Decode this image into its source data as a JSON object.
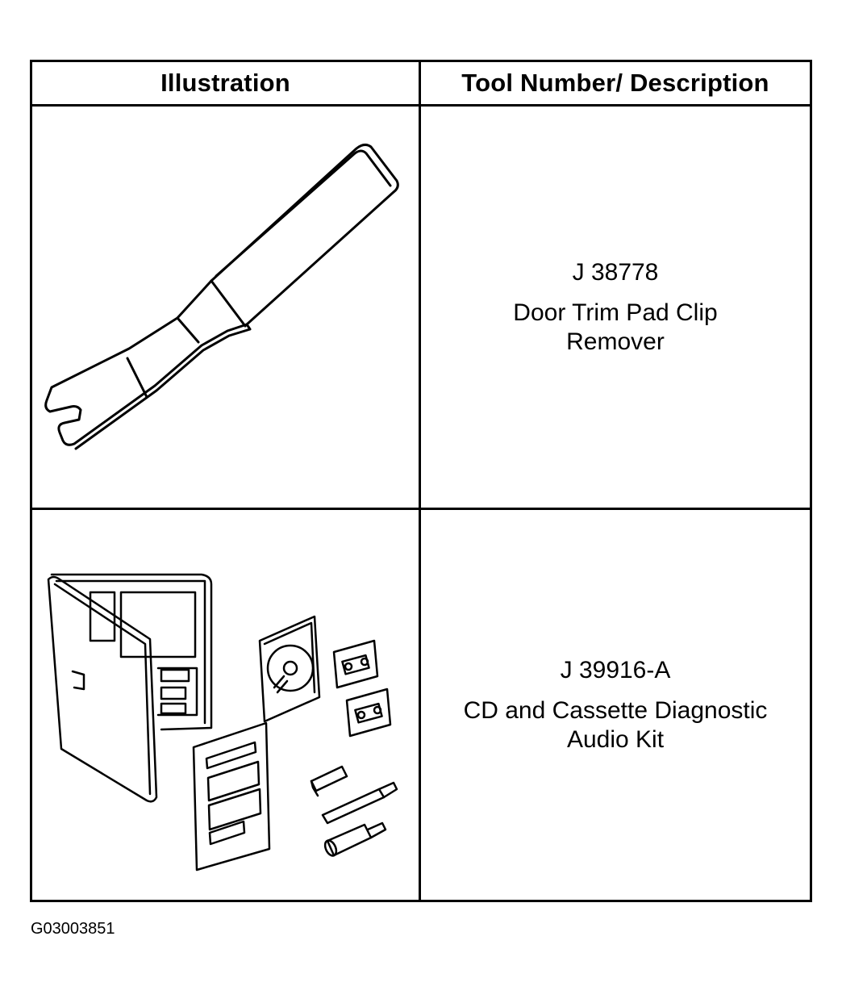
{
  "table": {
    "header_illustration": "Illustration",
    "header_description": "Tool Number/ Description"
  },
  "tools": [
    {
      "number": "J 38778",
      "description": "Door Trim Pad Clip\nRemover",
      "icon": "clip-remover-tool-icon"
    },
    {
      "number": "J 39916-A",
      "description": "CD and Cassette Diagnostic\nAudio Kit",
      "icon": "audio-diagnostic-kit-icon"
    }
  ],
  "figure_id": "G03003851"
}
